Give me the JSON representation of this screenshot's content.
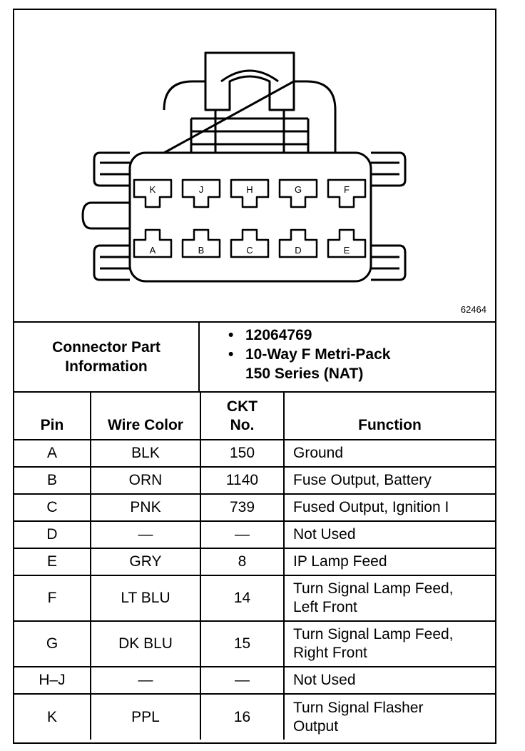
{
  "figure_id": "62464",
  "connector": {
    "top_row_pins": [
      "K",
      "J",
      "H",
      "G",
      "F"
    ],
    "bottom_row_pins": [
      "A",
      "B",
      "C",
      "D",
      "E"
    ]
  },
  "info": {
    "label_line1": "Connector Part",
    "label_line2": "Information",
    "bullet": "•",
    "items": [
      "12064769",
      "10-Way F Metri-Pack",
      "150 Series (NAT)"
    ]
  },
  "table": {
    "headers": {
      "pin": "Pin",
      "wire_color": "Wire Color",
      "ckt_line1": "CKT",
      "ckt_line2": "No.",
      "function": "Function"
    },
    "rows": [
      {
        "pin": "A",
        "color": "BLK",
        "ckt": "150",
        "fn1": "Ground",
        "fn2": ""
      },
      {
        "pin": "B",
        "color": "ORN",
        "ckt": "1140",
        "fn1": "Fuse Output, Battery",
        "fn2": ""
      },
      {
        "pin": "C",
        "color": "PNK",
        "ckt": "739",
        "fn1": "Fused Output, Ignition I",
        "fn2": ""
      },
      {
        "pin": "D",
        "color": "—",
        "ckt": "—",
        "fn1": "Not Used",
        "fn2": ""
      },
      {
        "pin": "E",
        "color": "GRY",
        "ckt": "8",
        "fn1": "IP Lamp Feed",
        "fn2": ""
      },
      {
        "pin": "F",
        "color": "LT BLU",
        "ckt": "14",
        "fn1": "Turn Signal Lamp Feed,",
        "fn2": "Left Front"
      },
      {
        "pin": "G",
        "color": "DK BLU",
        "ckt": "15",
        "fn1": "Turn Signal Lamp Feed,",
        "fn2": "Right Front"
      },
      {
        "pin": "H–J",
        "color": "—",
        "ckt": "—",
        "fn1": "Not Used",
        "fn2": ""
      },
      {
        "pin": "K",
        "color": "PPL",
        "ckt": "16",
        "fn1": "Turn Signal Flasher",
        "fn2": "Output"
      }
    ]
  }
}
